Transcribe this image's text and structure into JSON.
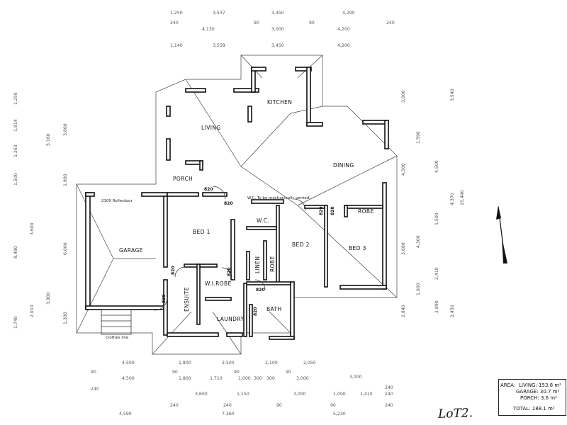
{
  "rooms": {
    "kitchen": "KITCHEN",
    "living": "LIVING",
    "dining": "DINING",
    "porch": "PORCH",
    "garage": "GARAGE",
    "bed1": "BED 1",
    "bed2": "BED 2",
    "bed3": "BED 3",
    "robe": "ROBE",
    "wc": "W.C.",
    "linen": "LINEN",
    "robe2": "ROBE",
    "wirobe": "W.I.ROBE",
    "ensuite": "ENSUITE",
    "laundry": "LAUNDRY",
    "bath": "BATH"
  },
  "notes": {
    "rollerdoor": "2100 Rollerdoor",
    "wc_vent": "W.C. To be mechanically vented",
    "clothes_line": "Clothes line"
  },
  "doors": [
    "820",
    "820",
    "820",
    "820",
    "820",
    "820",
    "820",
    "820",
    "820"
  ],
  "dims_top": {
    "row1": [
      "1,250",
      "3,537",
      "3,450",
      "4,290"
    ],
    "row2": [
      "240",
      "90",
      "90",
      "240"
    ],
    "row3": [
      "4,130",
      "3,000",
      "4,200"
    ],
    "row4": [
      "1,140",
      "3,558",
      "3,450",
      "4,200"
    ]
  },
  "dims_bottom": {
    "row1": [
      "4,500",
      "1,800",
      "2,500",
      "2,100",
      "2,050"
    ],
    "row2": [
      "90",
      "90",
      "90",
      "90",
      "3,000"
    ],
    "row3": [
      "4,500",
      "1,800",
      "1,710",
      "1,000",
      "300",
      "300",
      "3,000",
      "240"
    ],
    "row4": [
      "240",
      "3,600",
      "1,150",
      "3,000",
      "1,000",
      "1,410",
      "240"
    ],
    "row5": [
      "240",
      "240",
      "90",
      "90",
      "240"
    ],
    "row6": [
      "4,590",
      "7,360",
      "5,230"
    ]
  },
  "dims_left": [
    "1,500",
    "1,263",
    "1,814",
    "1,250",
    "3,800",
    "5,160",
    "8,480",
    "6,000",
    "3,600",
    "3,900",
    "1,900",
    "2,010",
    "1,740",
    "1,300"
  ],
  "dims_right": [
    "3,000",
    "3,540",
    "1,590",
    "4,500",
    "4,500",
    "1,500",
    "4,300",
    "3,680",
    "4,370",
    "15,440",
    "2,410",
    "1,000",
    "2,890",
    "2,840",
    "2,450"
  ],
  "area_table": {
    "heading": "AREA:",
    "living": "LIVING: 153.8 m²",
    "garage": "GARAGE: 30.7 m²",
    "porch": "PORCH: 3.6 m²",
    "total": "TOTAL: 188.1 m²"
  },
  "lot_label": "LoT2."
}
